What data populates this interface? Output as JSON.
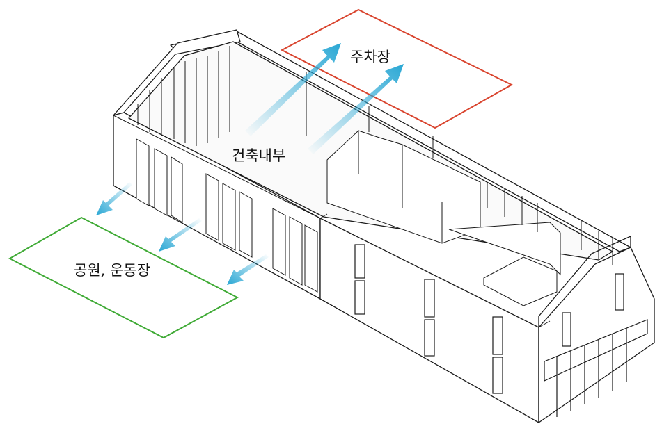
{
  "labels": {
    "parking": "주차장",
    "interior": "건축내부",
    "park_sports": "공원, 운동장"
  },
  "colors": {
    "parking_zone": "#d9442e",
    "park_zone": "#3faa35",
    "flow_arrow": "#29a7d4",
    "building_line": "#1a1a1a"
  },
  "icons": {
    "flow": "arrow-icon"
  }
}
